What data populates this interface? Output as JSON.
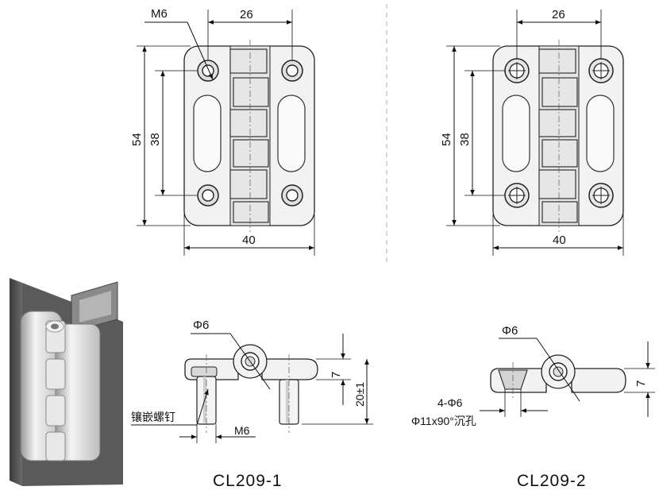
{
  "drawing_1": {
    "thread_label": "M6",
    "width_top": "26",
    "height_outer": "54",
    "height_inner": "38",
    "width_bottom": "40"
  },
  "drawing_2": {
    "width_top": "26",
    "height_outer": "54",
    "height_inner": "38",
    "width_bottom": "40"
  },
  "side_1": {
    "pin_dia": "Φ6",
    "height_7": "7",
    "height_20": "20±1",
    "stud_label": "镶嵌螺钉",
    "thread_label": "M6"
  },
  "side_2": {
    "pin_dia": "Φ6",
    "height_7": "7",
    "hole_label": "4-Φ6",
    "countersink_label": "Φ11x90°沉孔"
  },
  "captions": {
    "model_1": "CL209-1",
    "model_2": "CL209-2"
  }
}
